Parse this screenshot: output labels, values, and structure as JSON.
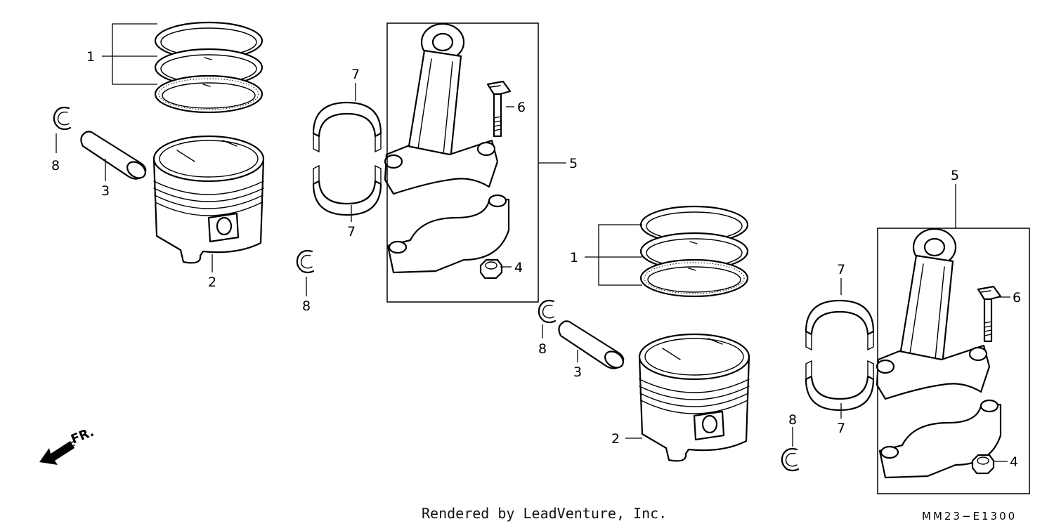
{
  "diagram": {
    "footer_credit": "Rendered by LeadVenture, Inc.",
    "diagram_code": "MM23−E1300",
    "direction_label": "FR.",
    "callouts": {
      "piston_ring_set": "1",
      "piston": "2",
      "piston_pin": "3",
      "nut": "4",
      "connecting_rod_assy": "5",
      "bolt": "6",
      "bearing": "7",
      "clip": "8"
    }
  }
}
